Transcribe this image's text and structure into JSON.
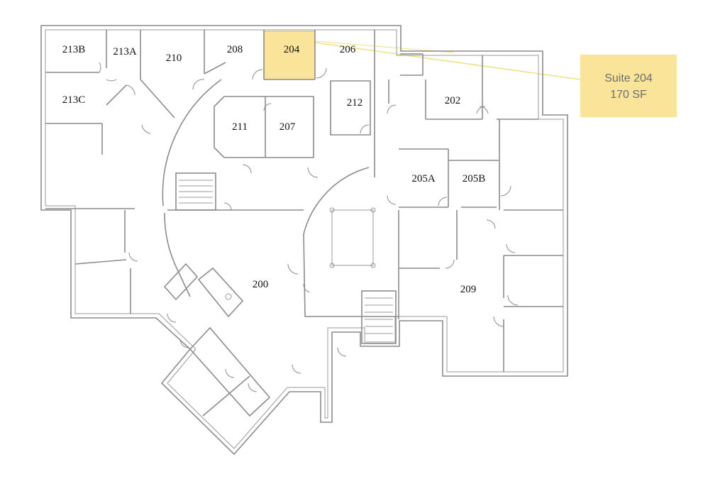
{
  "rooms": {
    "r213B": "213B",
    "r213A": "213A",
    "r210": "210",
    "r208": "208",
    "r204": "204",
    "r206": "206",
    "r213C": "213C",
    "r212": "212",
    "r202": "202",
    "r211": "211",
    "r207": "207",
    "r205A": "205A",
    "r205B": "205B",
    "r200": "200",
    "r209": "209"
  },
  "callout": {
    "title": "Suite 204",
    "area": "170 SF"
  },
  "colors": {
    "highlight": "#f9e49a",
    "callout_bg": "#f9e49a",
    "wall": "#8c8c8c"
  }
}
